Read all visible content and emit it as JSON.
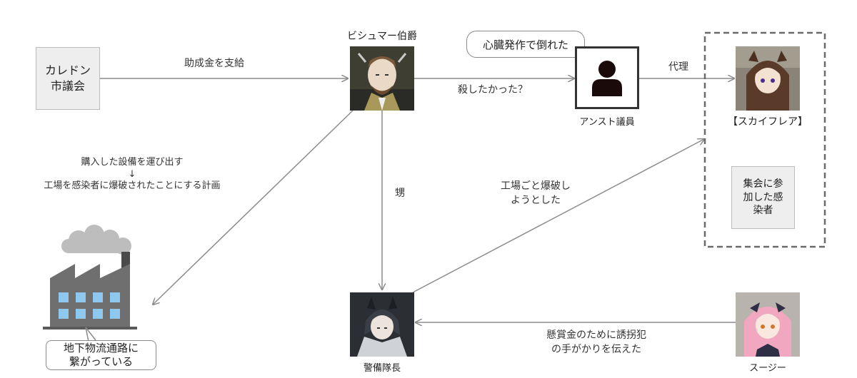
{
  "nodes": {
    "calden_council": "カレドン\n市議会",
    "bismarck": "ビシュマー伯爵",
    "anst": "アンスト議員",
    "skyfire": "【スカイフレア】",
    "infected": "集会に参\n加した感\n染者",
    "guard_captain": "警備隊長",
    "suzy": "スージー"
  },
  "bubbles": {
    "anst_speech": "心臓発作で倒れた",
    "factory_note": "地下物流通路に\n繋がっている"
  },
  "edges": {
    "subsidy": "助成金を支給",
    "kill_question": "殺したかった？",
    "proxy": "代理",
    "nephew": "甥",
    "plan_line1": "購入した設備を運び出す",
    "plan_arrow": "↓",
    "plan_line2": "工場を感染者に爆破されたことにする計画",
    "blow_up": "工場ごと爆破し\nようとした",
    "bounty": "懸賞金のために誘拐犯\nの手がかりを伝えた"
  },
  "icons": [
    "person-silhouette-icon",
    "factory-icon",
    "cloud-smoke-icon"
  ],
  "colors": {
    "line": "#8c8c8c",
    "box_fill": "#eeeeee",
    "factory": "#6f6f6f",
    "window": "#8ec8ee",
    "person": "#1a0a0a"
  }
}
